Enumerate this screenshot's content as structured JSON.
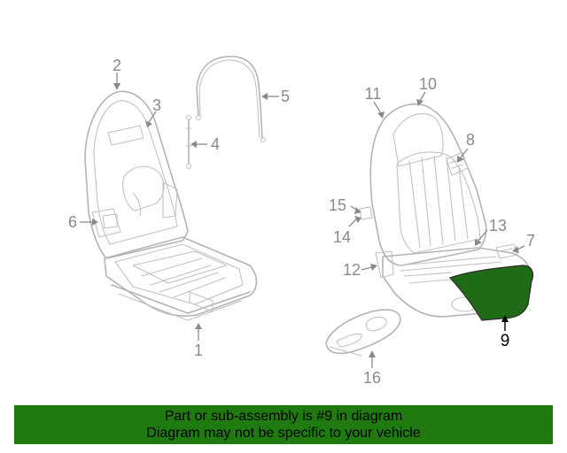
{
  "callouts": {
    "c1": "1",
    "c2": "2",
    "c3": "3",
    "c4": "4",
    "c5": "5",
    "c6": "6",
    "c7": "7",
    "c8": "8",
    "c9": "9",
    "c10": "10",
    "c11": "11",
    "c12": "12",
    "c13": "13",
    "c14": "14",
    "c15": "15",
    "c16": "16"
  },
  "highlight": {
    "part_number": "9",
    "fill_color": "#1f6b17"
  },
  "footer": {
    "line1": "Part or sub-assembly is #9 in diagram",
    "line2": "Diagram may not be specific to your vehicle",
    "background": "#1f7a10"
  }
}
